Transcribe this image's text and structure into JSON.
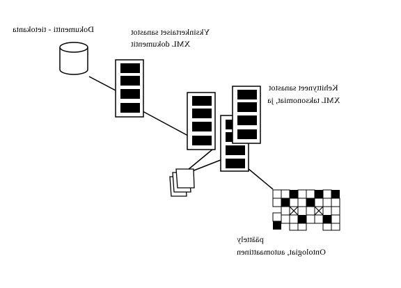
{
  "colors": {
    "ink": "#000000",
    "paper": "#ffffff"
  },
  "labels": {
    "database": "Dokumentti - tietokanta",
    "singular_line1": "Yksinkertaiset sanastot",
    "singular_line2": "XML dokumentit",
    "advanced_line1": "Kehittyneet sanastot",
    "advanced_line2": "XML taksonomiat, ja",
    "ontology_line1": "päättely",
    "ontology_line2": "Ontologiat, automaattinen"
  },
  "icons": {
    "database": "database-cylinder-icon",
    "document": "document-stack-icon",
    "papers": "paper-stack-icon",
    "ontology": "ontology-grid-icon"
  }
}
